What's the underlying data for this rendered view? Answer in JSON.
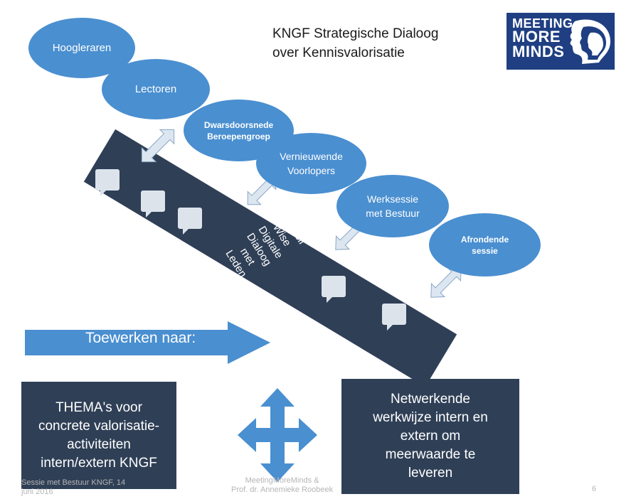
{
  "title": {
    "line1": "KNGF Strategische Dialoog",
    "line2": "over Kennisvalorisatie"
  },
  "logo": {
    "line1": "MEETING",
    "line2": "MORE",
    "line3": "MINDS",
    "color": "#1f3f82"
  },
  "ellipses": [
    "Hoogleraren",
    "Lectoren",
    "Dwarsdoorsnede\nBeroepengroep",
    "Vernieuwende\nVoorlopers",
    "Werksessie\nmet Bestuur",
    "Afrondende\nsessie"
  ],
  "band_text": "Council\nWise\nDigitale\nDialoog\nmet\nLeden",
  "toewerken_label": "Toewerken naar:",
  "box_left": "THEMA's voor\nconcrete valorisatie-\nactiviteiten\nintern/extern KNGF",
  "box_right": "Netwerkende\nwerkwijze intern en\nextern om\nmeerwaarde te\nleveren",
  "footer": {
    "left": "Sessie met Bestuur KNGF, 14\njuni 2016",
    "center": "MeetingMoreMinds &\nProf. dr. Annemieke Roobeek",
    "page": "6"
  },
  "colors": {
    "ellipse": "#4a8fd0",
    "band": "#2f3f56",
    "box": "#2f3f56",
    "arrow": "#4a8fd0",
    "connector": "#dce6f1"
  }
}
